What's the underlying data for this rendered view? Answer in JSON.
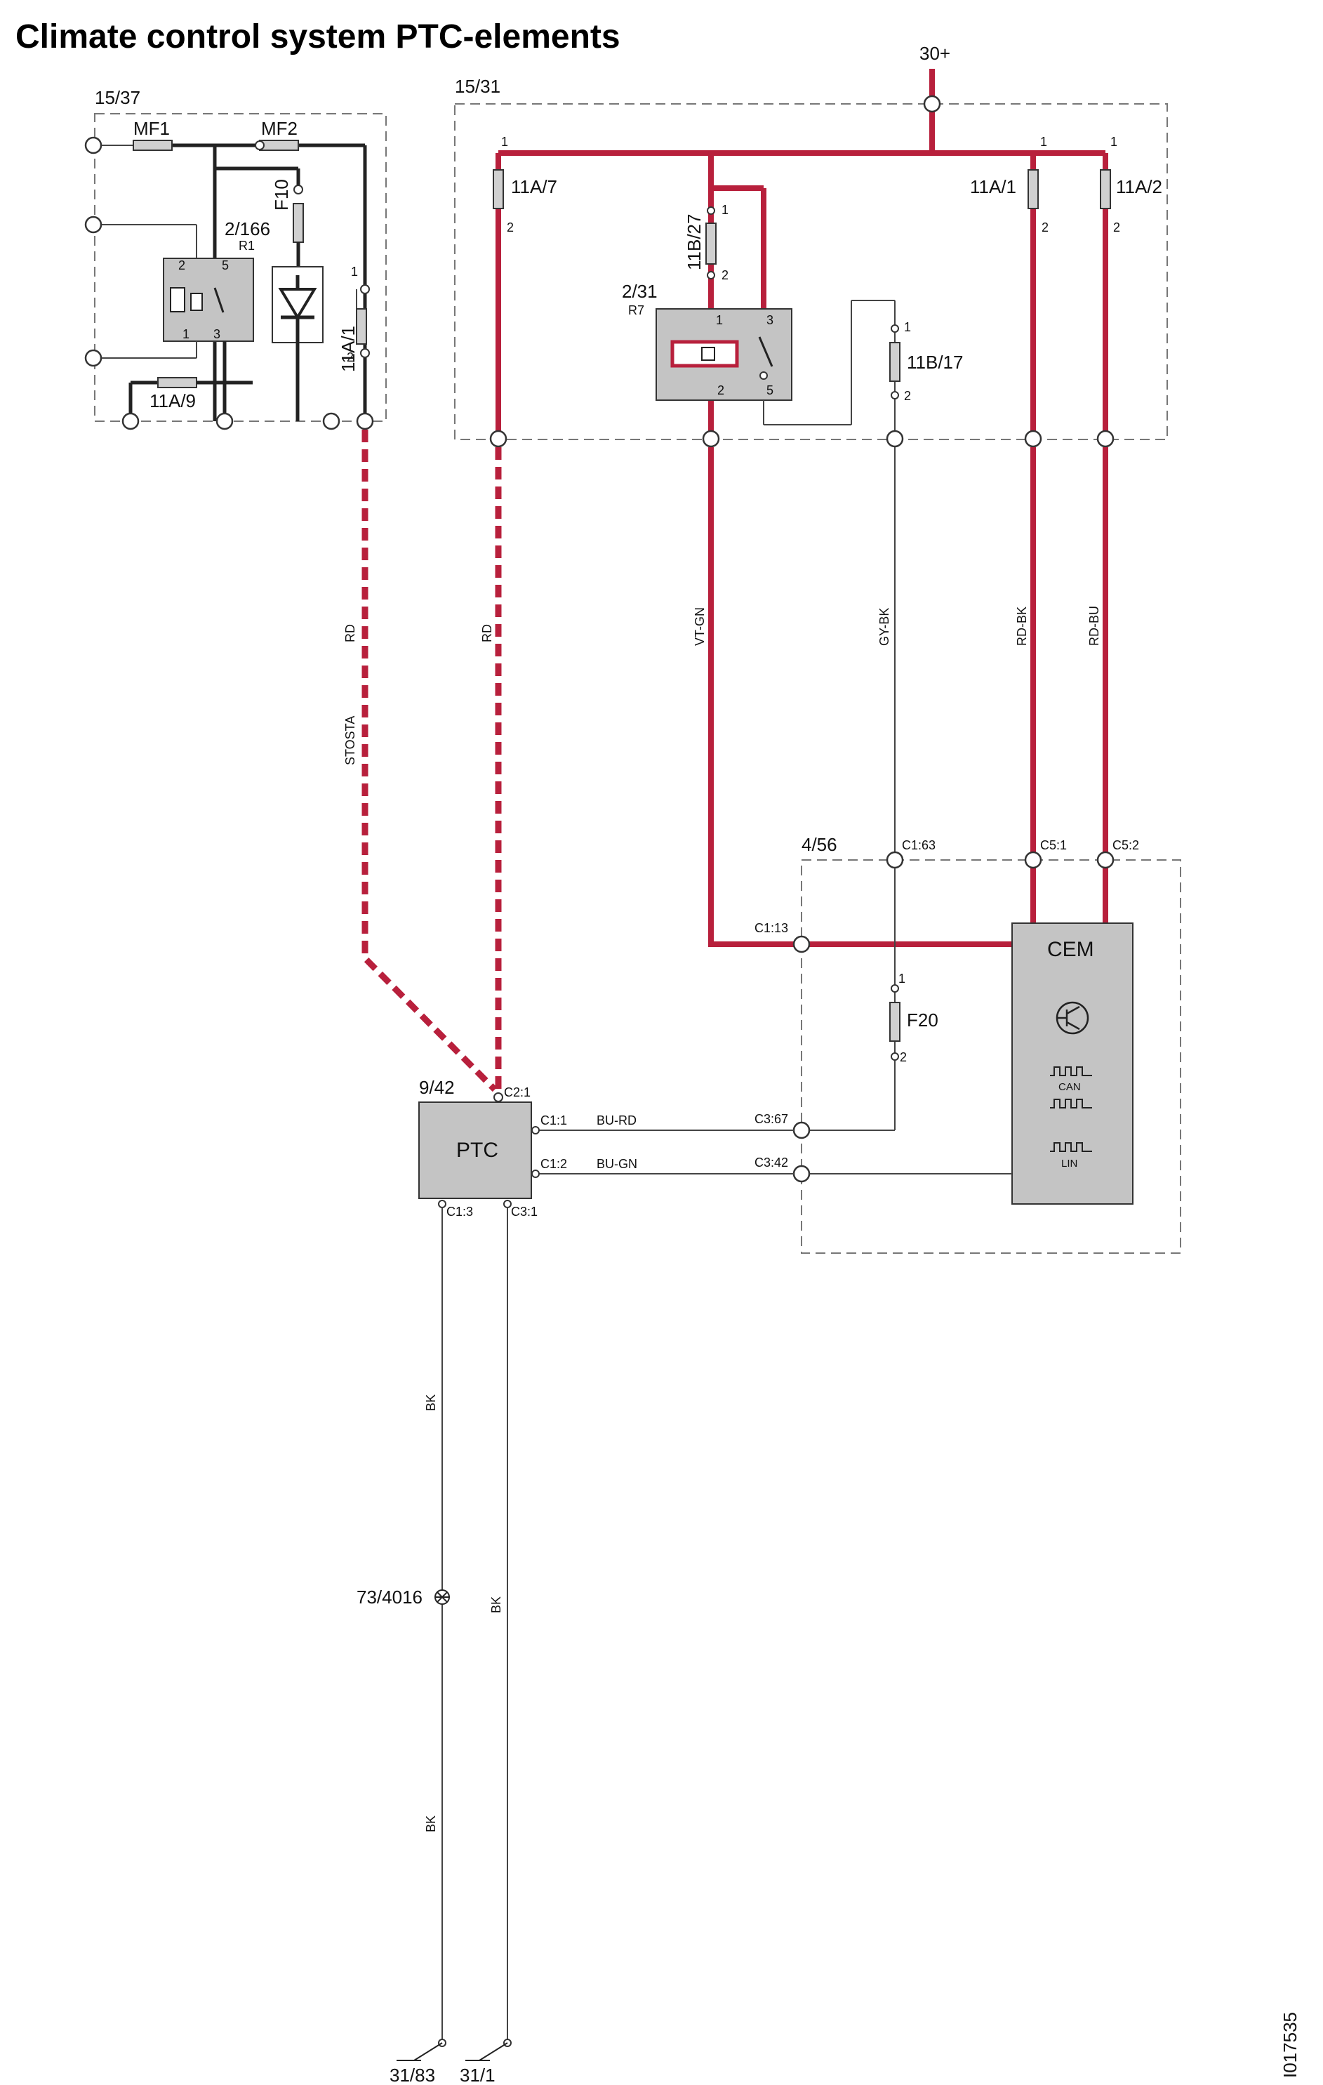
{
  "title": "Climate control system PTC-elements",
  "image_code": "I017535",
  "supply": "30+",
  "blocks": {
    "b1537": "15/37",
    "b1531": "15/31",
    "b456": "4/56",
    "b942": "9/42"
  },
  "fuses": {
    "mf1": "MF1",
    "mf2": "MF2",
    "f10": "F10",
    "f11a9": "11A/9",
    "f11a1_left": "11A/1",
    "f11a7": "11A/7",
    "f11b27": "11B/27",
    "f11b17": "11B/17",
    "f11a1": "11A/1",
    "f11a2": "11A/2",
    "f20": "F20"
  },
  "relays": {
    "r1_id": "2/166",
    "r1_name": "R1",
    "r7_id": "2/31",
    "r7_name": "R7"
  },
  "modules": {
    "cem": "CEM",
    "can": "CAN",
    "lin": "LIN",
    "ptc": "PTC"
  },
  "wires": {
    "rd_left": "RD",
    "stosta": "STOSTA",
    "rd_mid": "RD",
    "vt_gn": "VT-GN",
    "gy_bk": "GY-BK",
    "rd_bk": "RD-BK",
    "rd_bu": "RD-BU",
    "bu_rd": "BU-RD",
    "bu_gn": "BU-GN",
    "bk1": "BK",
    "bk2": "BK",
    "bk3": "BK"
  },
  "connectors": {
    "c1_63": "C1:63",
    "c5_1": "C5:1",
    "c5_2": "C5:2",
    "c1_13": "C1:13",
    "c3_67": "C3:67",
    "c3_42": "C3:42",
    "c2_1": "C2:1",
    "c1_1": "C1:1",
    "c1_2": "C1:2",
    "c1_3": "C1:3",
    "c3_1": "C3:1"
  },
  "grounds": {
    "splice": "73/4016",
    "g1": "31/83",
    "g2": "31/1"
  },
  "pins": {
    "p1": "1",
    "p2": "2",
    "p3": "3",
    "p5": "5"
  }
}
